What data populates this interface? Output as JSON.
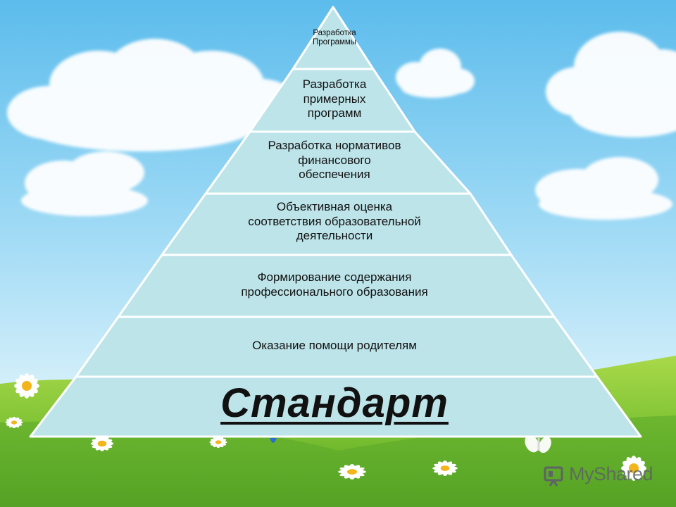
{
  "pyramid": {
    "tiers": [
      {
        "label": "Разработка\nПрограммы"
      },
      {
        "label": "Разработка\nпримерных\nпрограмм"
      },
      {
        "label": "Разработка нормативов\nфинансового\nобеспечения"
      },
      {
        "label": "Объективная оценка\nсоответствия образовательной\nдеятельности"
      },
      {
        "label": "Формирование содержания\nпрофессионального образования"
      },
      {
        "label": "Оказание помощи родителям"
      },
      {
        "label": "Стандарт"
      }
    ]
  },
  "watermark": {
    "text": "MyShared",
    "icon": "presentation-icon"
  },
  "colors": {
    "sky_top": "#6cc3ee",
    "sky_bottom": "#d4f0fb",
    "grass": "#7fc23a",
    "tier_fill": "#b9e2e7",
    "tier_border": "#ffffff"
  }
}
